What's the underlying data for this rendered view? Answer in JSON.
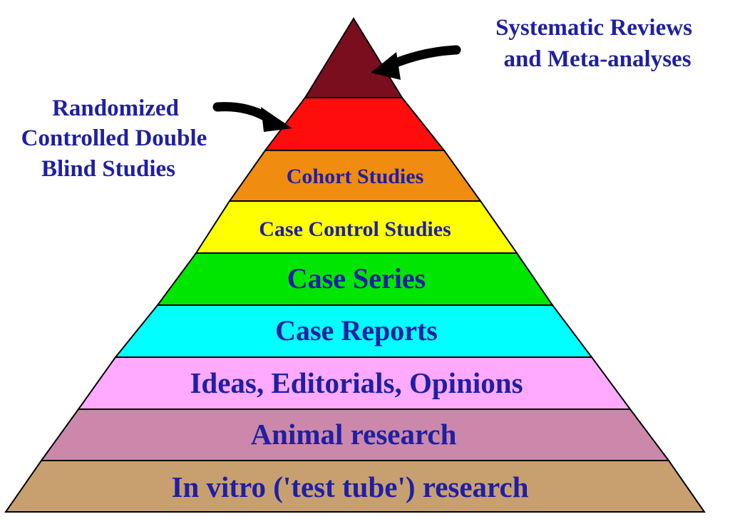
{
  "pyramid": {
    "levels": [
      {
        "label": "",
        "color": "#7a0e1e"
      },
      {
        "label": "",
        "color": "#ff0d0d"
      },
      {
        "label": "Cohort Studies",
        "color": "#f08c10"
      },
      {
        "label": "Case Control Studies",
        "color": "#ffff00"
      },
      {
        "label": "Case Series",
        "color": "#00e600"
      },
      {
        "label": "Case Reports",
        "color": "#00ffff"
      },
      {
        "label": "Ideas, Editorials, Opinions",
        "color": "#ffaaff"
      },
      {
        "label": "Animal research",
        "color": "#cc88aa"
      },
      {
        "label": "In vitro ('test tube') research",
        "color": "#c8a070"
      }
    ]
  },
  "callouts": {
    "top_right": {
      "line1": "Systematic Reviews",
      "line2": "and Meta-analyses"
    },
    "left": {
      "line1": "Randomized",
      "line2": "Controlled Double",
      "line3": "Blind Studies"
    }
  }
}
